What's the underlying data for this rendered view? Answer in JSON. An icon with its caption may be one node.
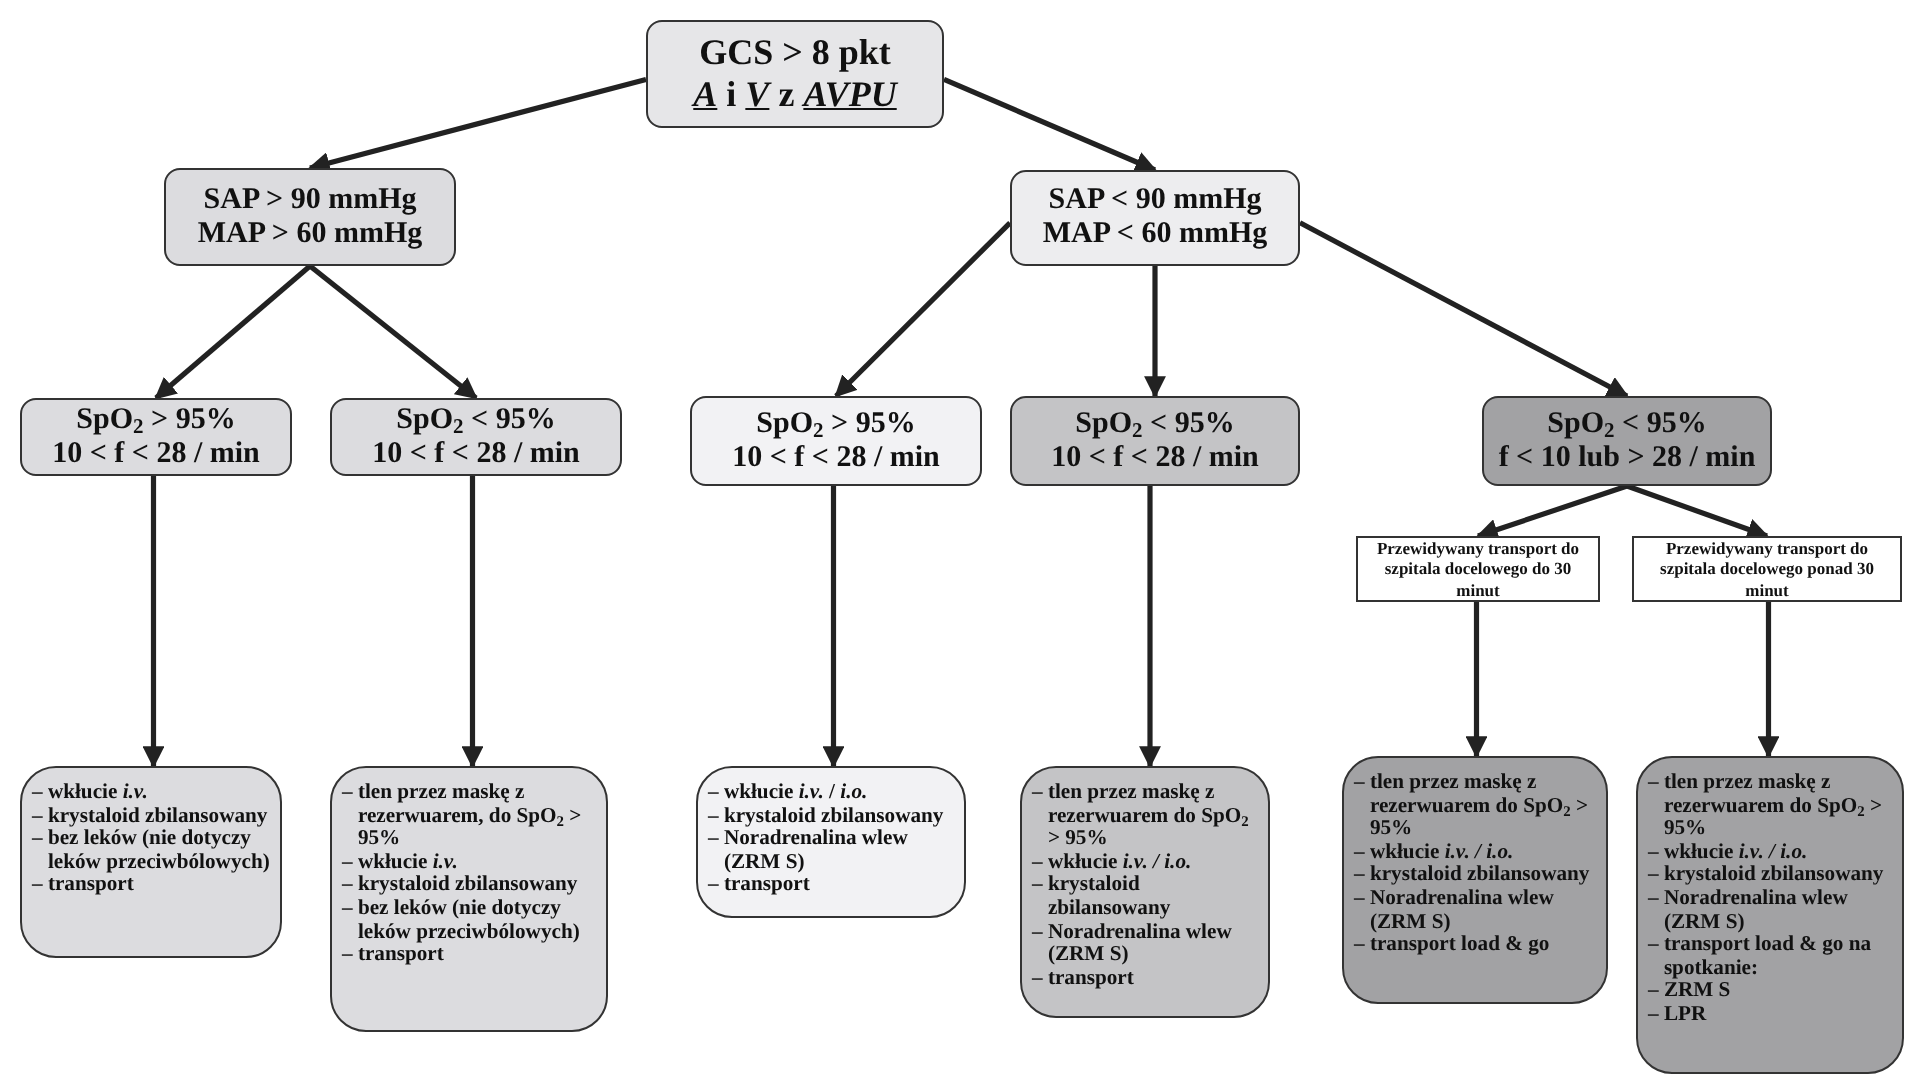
{
  "diagram": {
    "nodes": [
      {
        "text": [
          "GCS > 8 pkt",
          "*A* i *V* z *AVPU*"
        ]
      },
      {
        "text": [
          "SAP > 90 mmHg",
          "MAP > 60 mmHg"
        ]
      },
      {
        "text": [
          "SAP < 90 mmHg",
          "MAP < 60 mmHg"
        ]
      },
      {
        "text": [
          "SpO$_{2}$ > 95%",
          "10 < f < 28 / min"
        ]
      },
      {
        "text": [
          "SpO$_{2}$ < 95%",
          "10 < f < 28 / min"
        ]
      },
      {
        "text": [
          "SpO$_{2}$ > 95%",
          "10 < f < 28 / min"
        ]
      },
      {
        "text": [
          "SpO$_{2}$ < 95%",
          "10 < f < 28 / min"
        ]
      },
      {
        "text": [
          "SpO$_{2}$ < 95%",
          "f < 10 lub > 28 / min"
        ]
      },
      {
        "text": [
          "Przewidywany transport do szpitala docelowego do 30 minut"
        ]
      },
      {
        "text": [
          "Przewidywany transport do szpitala docelowego ponad 30 minut"
        ]
      },
      {
        "text": [
          "– wkłucie *i.v.*",
          "– krystaloid zbilansowany",
          "– bez leków (nie dotyczy leków przeciwbólowych)",
          "– transport"
        ]
      },
      {
        "text": [
          "– tlen przez maskę z rezerwuarem, do SpO$_{2}$ > 95%",
          "– wkłucie *i.v.*",
          "– krystaloid zbilansowany",
          "– bez leków (nie dotyczy leków przeciwbólowych)",
          "– transport"
        ]
      },
      {
        "text": [
          "– wkłucie *i.v.* / *i.o.*",
          "– krystaloid zbilansowany",
          "– Noradrenalina wlew (ZRM S)",
          "– transport"
        ]
      },
      {
        "text": [
          "– tlen przez maskę z rezerwuarem do SpO$_{2}$ > 95%",
          "– wkłucie *i.v. / i.o.*",
          "– krystaloid zbilansowany",
          "– Noradrenalina wlew (ZRM S)",
          "– transport"
        ]
      },
      {
        "text": [
          "– tlen przez maskę z rezerwuarem do SpO$_{2}$ > 95%",
          "– wkłucie *i.v. / i.o.*",
          "– krystaloid zbilansowany",
          "– Noradrenalina wlew (ZRM S)",
          "– transport load & go"
        ]
      },
      {
        "text": [
          "– tlen przez maskę z rezerwuarem do SpO$_{2}$ > 95%",
          "– wkłucie *i.v. / i.o.*",
          "– krystaloid zbilansowany",
          "– Noradrenalina wlew (ZRM S)",
          "– transport load & go na spotkanie:",
          "– ZRM S",
          "– LPR"
        ]
      }
    ],
    "edges": [
      {
        "from": 0,
        "to": 1,
        "arrow": "to"
      },
      {
        "from": 0,
        "to": 2,
        "arrow": "to"
      },
      {
        "from": 1,
        "to": 3,
        "arrow": "to"
      },
      {
        "from": 1,
        "to": 4,
        "arrow": "to"
      },
      {
        "from": 2,
        "to": 5,
        "arrow": "to"
      },
      {
        "from": 2,
        "to": 6,
        "arrow": "to"
      },
      {
        "from": 2,
        "to": 7,
        "arrow": "to"
      },
      {
        "from": 3,
        "to": 10,
        "arrow": "to"
      },
      {
        "from": 4,
        "to": 11,
        "arrow": "to"
      },
      {
        "from": 5,
        "to": 12,
        "arrow": "to"
      },
      {
        "from": 6,
        "to": 13,
        "arrow": "to"
      },
      {
        "from": 7,
        "to": 8,
        "arrow": "to"
      },
      {
        "from": 7,
        "to": 9,
        "arrow": "to"
      },
      {
        "from": 8,
        "to": 14,
        "arrow": "to"
      },
      {
        "from": 9,
        "to": 15,
        "arrow": "to"
      }
    ]
  }
}
